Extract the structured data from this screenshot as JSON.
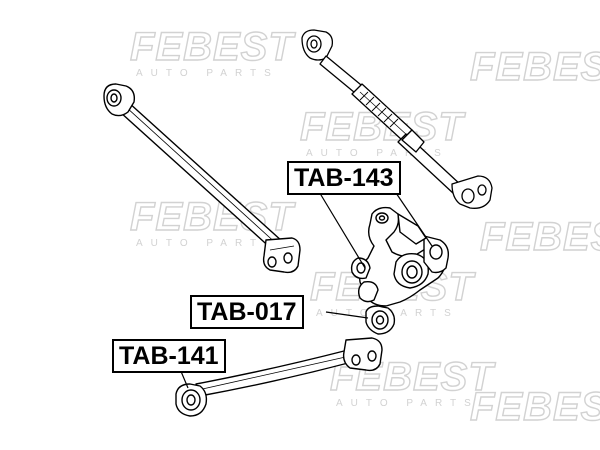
{
  "watermark": {
    "brand": "FEBEST",
    "subtitle": "AUTO PARTS",
    "color": "#d2d2d2"
  },
  "labels": {
    "tab_143": "TAB-143",
    "tab_017": "TAB-017",
    "tab_141": "TAB-141"
  },
  "colors": {
    "line": "#000000",
    "background": "#ffffff",
    "label_border": "#000000"
  }
}
